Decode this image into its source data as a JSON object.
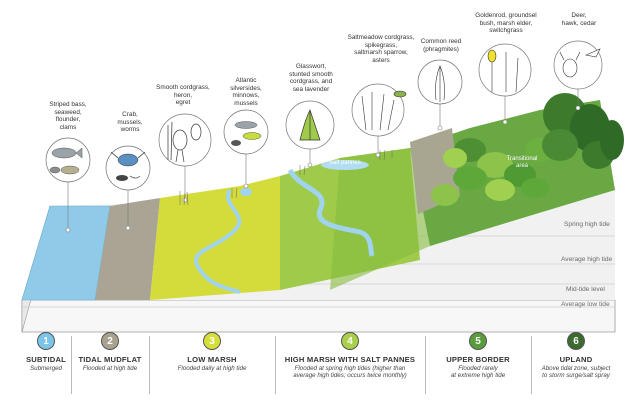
{
  "species": {
    "subtidal": "Striped bass,\nseaweed,\nflounder,\nclams",
    "mudflat": "Crab,\nmussels,\nworms",
    "low_marsh_a": "Smooth cordgrass,\nheron,\negret",
    "low_marsh_b": "Atlantic\nsilversides,\nminnows,\nmussels",
    "high_marsh_a": "Glasswort,\nstunted smooth\ncordgrass, and\nsea lavender",
    "high_marsh_b": "Saltmeadow cordgrass,\nspikegrass,\nsaltmarsh sparrow,\nasters",
    "border_a": "Common reed\n(phragmites)",
    "border_b": "Goldenrod, groundsel\nbush, marsh elder,\nswitchgrass",
    "upland": "Deer,\nhawk, cedar"
  },
  "inline": {
    "salt_pannes": "Salt pannes",
    "transitional": "Transitional\narea"
  },
  "tide_levels": {
    "spring": "Spring high tide",
    "average_high": "Average high tide",
    "mid": "Mid-tide level",
    "average_low": "Average low tide"
  },
  "zones": [
    {
      "num": "1",
      "name": "SUBTIDAL",
      "desc": "Submerged",
      "color": "#7cc4e8"
    },
    {
      "num": "2",
      "name": "TIDAL MUDFLAT",
      "desc": "Flooded at high tide",
      "color": "#a8a38e"
    },
    {
      "num": "3",
      "name": "LOW MARSH",
      "desc": "Flooded daily at high tide",
      "color": "#d6df3a"
    },
    {
      "num": "4",
      "name": "HIGH MARSH WITH SALT PANNES",
      "desc": "Flooded at spring high tides (higher than\naverage high tides; occurs twice monthly)",
      "color": "#a9cf4b"
    },
    {
      "num": "5",
      "name": "UPPER BORDER",
      "desc": "Flooded rarely\nat extreme high tide",
      "color": "#5a9d3c"
    },
    {
      "num": "6",
      "name": "UPLAND",
      "desc": "Above tidal zone, subject\nto storm surge/salt spray",
      "color": "#3c6b2f"
    }
  ]
}
